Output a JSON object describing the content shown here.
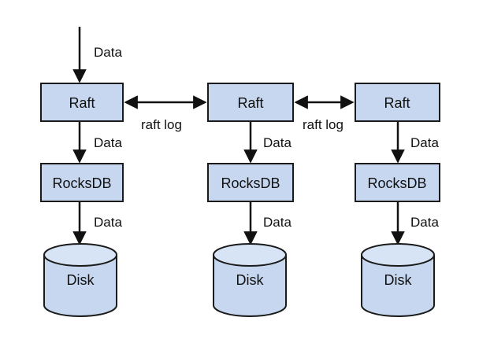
{
  "diagram": {
    "incoming_label": "Data",
    "link_label": "raft log",
    "columns": [
      {
        "raft_label": "Raft",
        "raft_to_rocks_label": "Data",
        "rocks_label": "RocksDB",
        "rocks_to_disk_label": "Data",
        "disk_label": "Disk"
      },
      {
        "raft_label": "Raft",
        "raft_to_rocks_label": "Data",
        "rocks_label": "RocksDB",
        "rocks_to_disk_label": "Data",
        "disk_label": "Disk"
      },
      {
        "raft_label": "Raft",
        "raft_to_rocks_label": "Data",
        "rocks_label": "RocksDB",
        "rocks_to_disk_label": "Data",
        "disk_label": "Disk"
      }
    ],
    "links": [
      {
        "label": "raft log"
      },
      {
        "label": "raft log"
      }
    ],
    "colors": {
      "node_fill": "#c6d7ef",
      "disk_top_fill": "#d7e4f6",
      "stroke": "#1b1b1b",
      "background": "#ffffff"
    }
  }
}
